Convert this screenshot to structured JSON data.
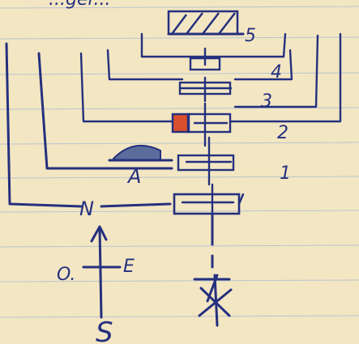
{
  "diagram": {
    "top_fragment": "...ger...",
    "levels": [
      "5",
      "4",
      "3",
      "2",
      "1"
    ],
    "mirror_label": "A",
    "compass": {
      "north": "N",
      "south": "S",
      "east": "E",
      "west": "O."
    },
    "colors": {
      "paper": "#f3e6c3",
      "ruling": "#b9c4cf",
      "ink": "#24307e",
      "red_element": "#d9502c",
      "mirror_fill": "#5b6d9c"
    }
  }
}
